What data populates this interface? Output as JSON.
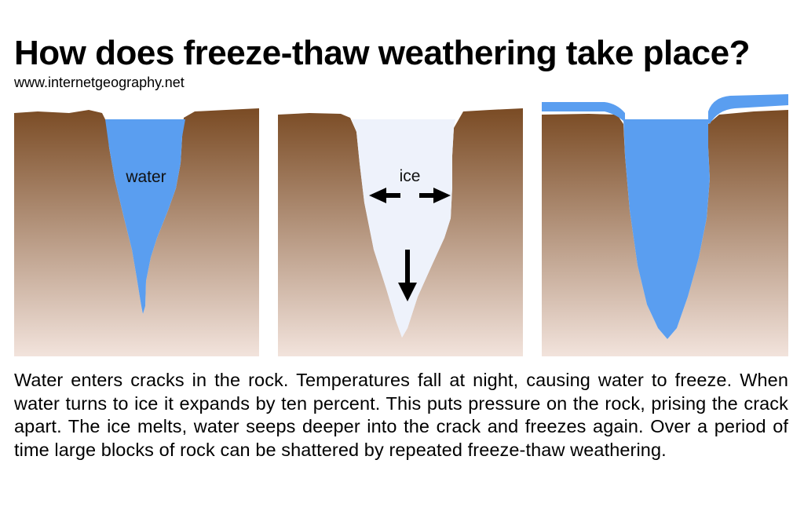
{
  "title": "How does freeze-thaw weathering take place?",
  "source": "www.internetgeography.net",
  "panels": [
    {
      "stage": "water-in-crack",
      "label": "water"
    },
    {
      "stage": "water-freezes-and-expands",
      "label": "ice"
    },
    {
      "stage": "ice-melts-crack-widened",
      "label": ""
    }
  ],
  "colors": {
    "rock_top": "#7a4b24",
    "rock_bottom": "#f2e3dc",
    "water": "#5a9ef0",
    "ice": "#eef2fb",
    "arrow": "#000000"
  },
  "description": "Water enters cracks in the rock. Temperatures fall at night, causing water to freeze. When water turns to ice it expands by ten percent. This puts pressure on the rock, prising the crack apart. The ice melts, water seeps deeper into the crack and freezes again. Over a period of time large blocks of rock can be shattered by repeated freeze-thaw weathering."
}
